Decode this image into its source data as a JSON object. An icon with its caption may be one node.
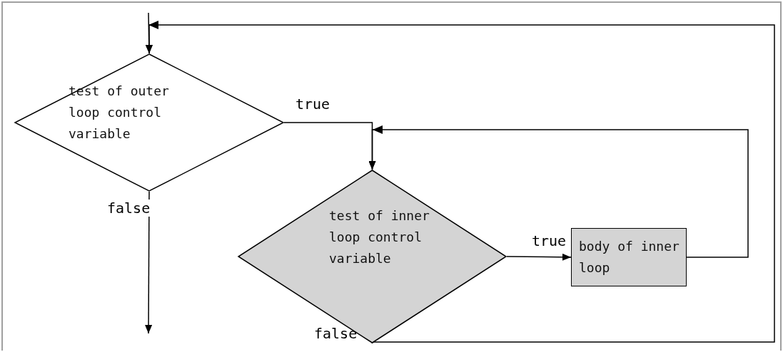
{
  "diagram": {
    "nodes": [
      {
        "text": [
          "test of outer loop control variable"
        ]
      },
      {
        "text": [
          "test of inner loop control variable"
        ]
      },
      {
        "text": [
          "body of inner loop"
        ]
      }
    ],
    "edges": [
      {
        "from": null,
        "to": 0,
        "arrow": "to"
      },
      {
        "from": 0,
        "to": 1,
        "arrow": "to",
        "label": "true"
      },
      {
        "from": 0,
        "to": null,
        "arrow": "to",
        "label": "false"
      },
      {
        "from": 1,
        "to": 2,
        "arrow": "to",
        "label": "true"
      },
      {
        "from": 2,
        "to": 1,
        "arrow": "to"
      },
      {
        "from": 1,
        "to": 0,
        "arrow": "to",
        "label": "false"
      }
    ]
  }
}
